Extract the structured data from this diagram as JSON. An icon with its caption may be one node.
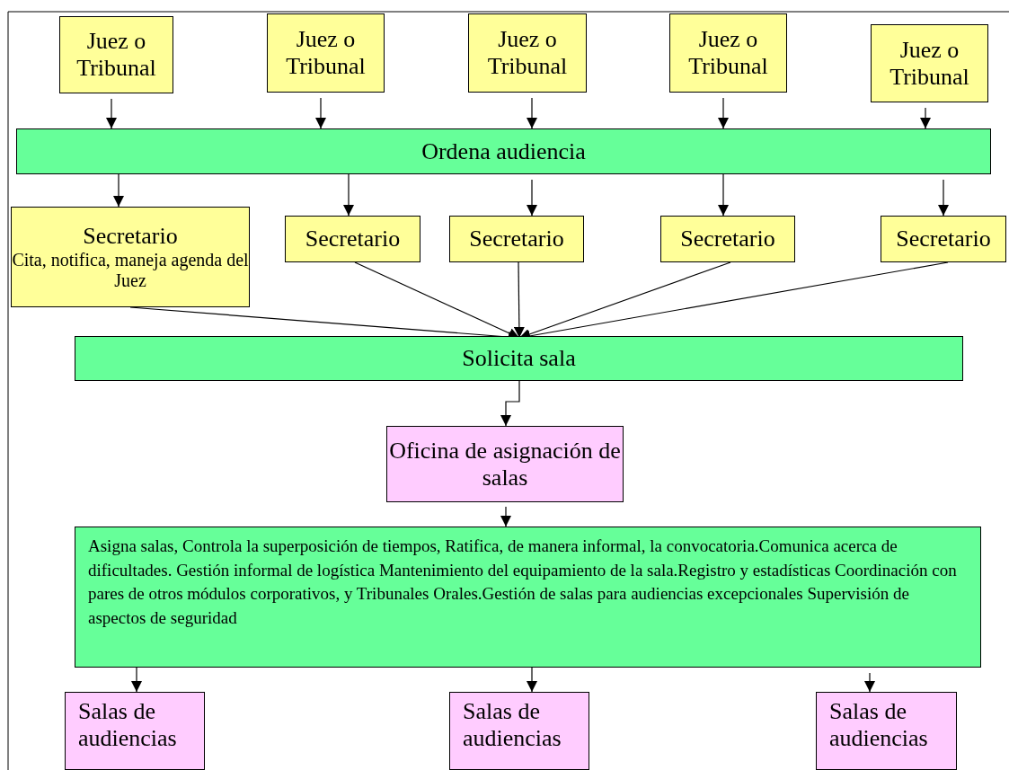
{
  "diagram": {
    "nodes": [
      {
        "text": [
          "Juez o Tribunal"
        ]
      },
      {
        "text": [
          "Juez o Tribunal"
        ]
      },
      {
        "text": [
          "Juez o Tribunal"
        ]
      },
      {
        "text": [
          "Juez o Tribunal"
        ]
      },
      {
        "text": [
          "Juez o Tribunal"
        ]
      },
      {
        "text": [
          "Ordena audiencia"
        ]
      },
      {
        "text": [
          "Secretario",
          "Cita, notifica, maneja agenda del Juez"
        ]
      },
      {
        "text": [
          "Secretario"
        ]
      },
      {
        "text": [
          "Secretario"
        ]
      },
      {
        "text": [
          "Secretario"
        ]
      },
      {
        "text": [
          "Secretario"
        ]
      },
      {
        "text": [
          "Solicita sala"
        ]
      },
      {
        "text": [
          "Oficina de asignación de salas"
        ]
      },
      {
        "text": [
          "Asigna salas, Controla la superposición de tiempos, Ratifica, de manera informal, la convocatoria.Comunica acerca de dificultades. Gestión informal de logística Mantenimiento del equipamiento de la sala.Registro y estadísticas Coordinación con pares de otros módulos corporativos, y Tribunales Orales.Gestión de salas para audiencias excepcionales Supervisión de aspectos de seguridad"
        ]
      },
      {
        "text": [
          "Salas de audiencias"
        ]
      },
      {
        "text": [
          "Salas de audiencias"
        ]
      },
      {
        "text": [
          "Salas de audiencias"
        ]
      }
    ],
    "edges": [
      {
        "from": 0,
        "to": 5,
        "arrow": "to"
      },
      {
        "from": 1,
        "to": 5,
        "arrow": "to"
      },
      {
        "from": 2,
        "to": 5,
        "arrow": "to"
      },
      {
        "from": 3,
        "to": 5,
        "arrow": "to"
      },
      {
        "from": 4,
        "to": 5,
        "arrow": "to"
      },
      {
        "from": 5,
        "to": 6,
        "arrow": "to"
      },
      {
        "from": 5,
        "to": 7,
        "arrow": "to"
      },
      {
        "from": 5,
        "to": 8,
        "arrow": "to"
      },
      {
        "from": 5,
        "to": 9,
        "arrow": "to"
      },
      {
        "from": 5,
        "to": 10,
        "arrow": "to"
      },
      {
        "from": 6,
        "to": 11,
        "arrow": "to"
      },
      {
        "from": 7,
        "to": 11,
        "arrow": "to"
      },
      {
        "from": 8,
        "to": 11,
        "arrow": "to"
      },
      {
        "from": 9,
        "to": 11,
        "arrow": "to"
      },
      {
        "from": 10,
        "to": 11,
        "arrow": "to"
      },
      {
        "from": 11,
        "to": 12,
        "arrow": "to"
      },
      {
        "from": 12,
        "to": 13,
        "arrow": "to"
      },
      {
        "from": 13,
        "to": 14,
        "arrow": "to"
      },
      {
        "from": 13,
        "to": 15,
        "arrow": "to"
      },
      {
        "from": 13,
        "to": 16,
        "arrow": "to"
      }
    ]
  }
}
